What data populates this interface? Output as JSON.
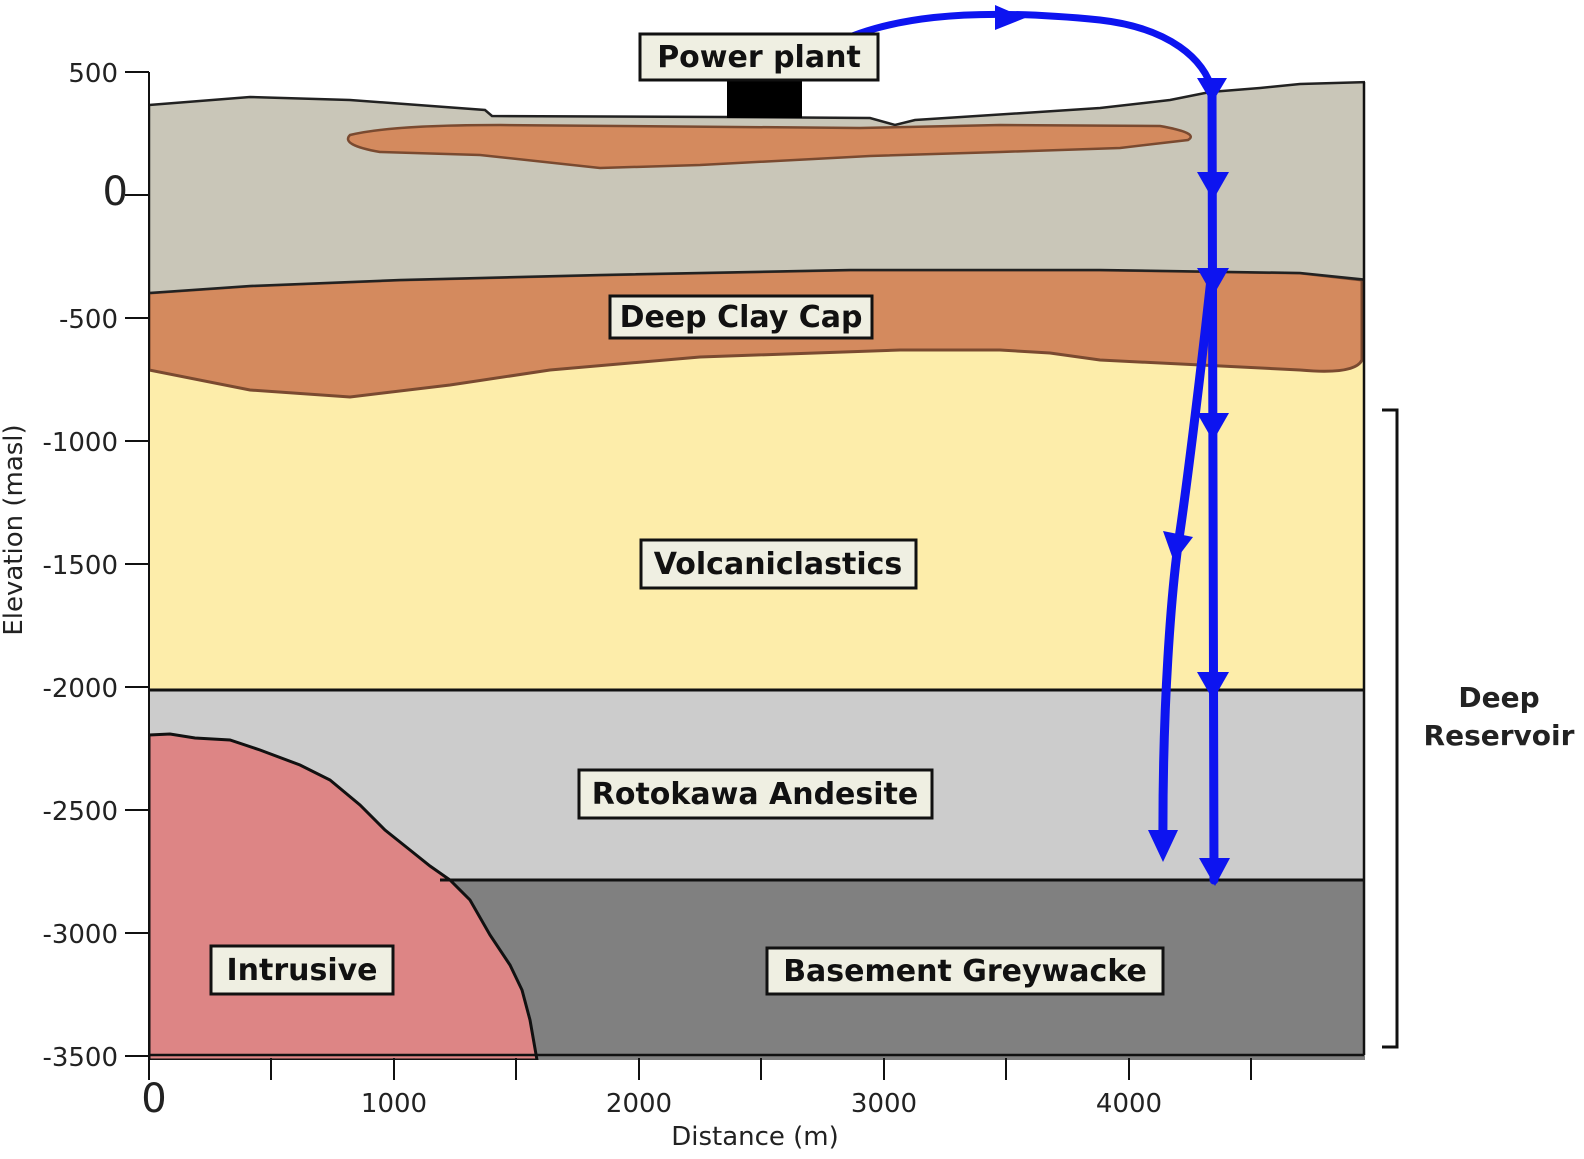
{
  "axes": {
    "y_title": "Elevation (masl)",
    "x_title": "Distance (m)",
    "y_ticks": [
      "500",
      "0",
      "-500",
      "-1000",
      "-1500",
      "-2000",
      "-2500",
      "-3000",
      "-3500"
    ],
    "x_ticks": [
      "0",
      "1000",
      "2000",
      "3000",
      "4000"
    ]
  },
  "labels": {
    "power_plant": "Power plant",
    "deep_clay_cap": "Deep Clay Cap",
    "volcaniclastics": "Volcaniclastics",
    "rotokawa_andesite": "Rotokawa Andesite",
    "intrusive": "Intrusive",
    "basement_greywacke": "Basement Greywacke",
    "reservoir_line1": "Deep",
    "reservoir_line2": "Reservoir"
  },
  "colors": {
    "surface_gray": "#c9c6b8",
    "clay_orange": "#d48a5e",
    "volcaniclastics": "#fdedaa",
    "andesite": "#cccccc",
    "greywacke": "#808080",
    "intrusive": "#dd8585",
    "wells": "#0d14f0"
  }
}
